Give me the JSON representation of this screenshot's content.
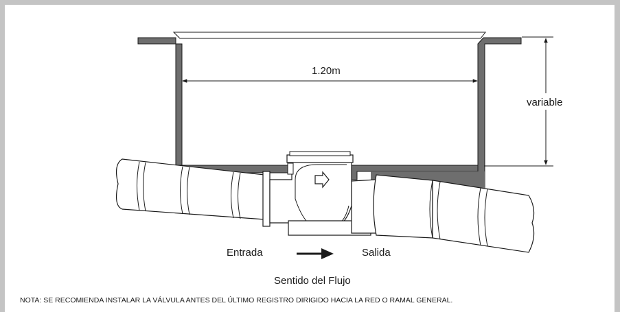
{
  "diagram": {
    "width_label": "1.20m",
    "height_label": "variable",
    "inlet_label": "Entrada",
    "outlet_label": "Salida",
    "flow_label": "Sentido del Flujo",
    "note": "NOTA: SE RECOMIENDA INSTALAR LA VÁLVULA ANTES DEL ÚLTIMO REGISTRO DIRIGIDO HACIA LA RED O RAMAL GENERAL."
  },
  "colors": {
    "wall": "#6e6e6e",
    "outline": "#1a1a1a",
    "frame": "#c4c4c4",
    "pipe": "#ffffff"
  }
}
